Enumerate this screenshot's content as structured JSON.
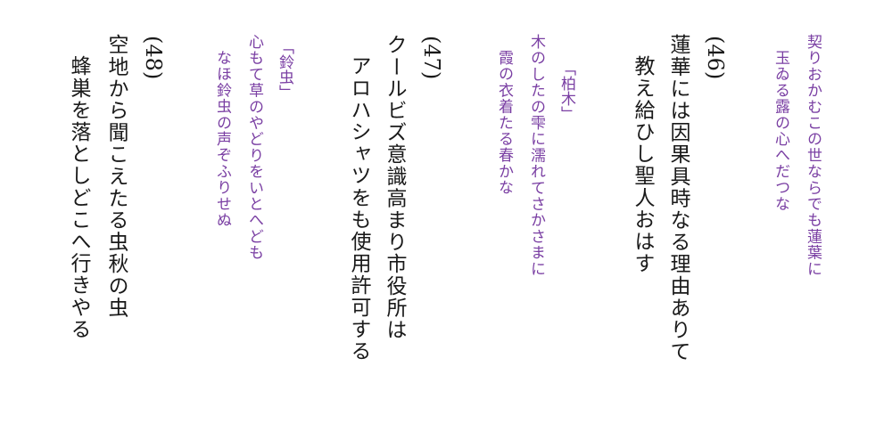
{
  "groups": [
    {
      "honka": {
        "lines": [
          "契りおかむこの世ならでも蓮葉に",
          "玉ゐる露の心へだつな"
        ]
      }
    },
    {
      "number": "(46)",
      "lines": [
        "蓮華には因果具時なる理由ありて",
        "教え給ひし聖人おはす"
      ],
      "honka": {
        "title": "「柏木」",
        "lines": [
          "木のしたの雫に濡れてさかさまに",
          "霞の衣着たる春かな"
        ]
      }
    },
    {
      "number": "(47)",
      "lines": [
        "クールビズ意識高まり市役所は",
        "アロハシャツをも使用許可する"
      ],
      "honka": {
        "title": "「鈴虫」",
        "lines": [
          "心もて草のやどりをいとへども",
          "なほ鈴虫の声ぞふりせぬ"
        ]
      }
    },
    {
      "number": "(48)",
      "lines": [
        "空地から聞こえたる虫秋の虫",
        "蜂巣を落としどこへ行きやる"
      ]
    }
  ]
}
